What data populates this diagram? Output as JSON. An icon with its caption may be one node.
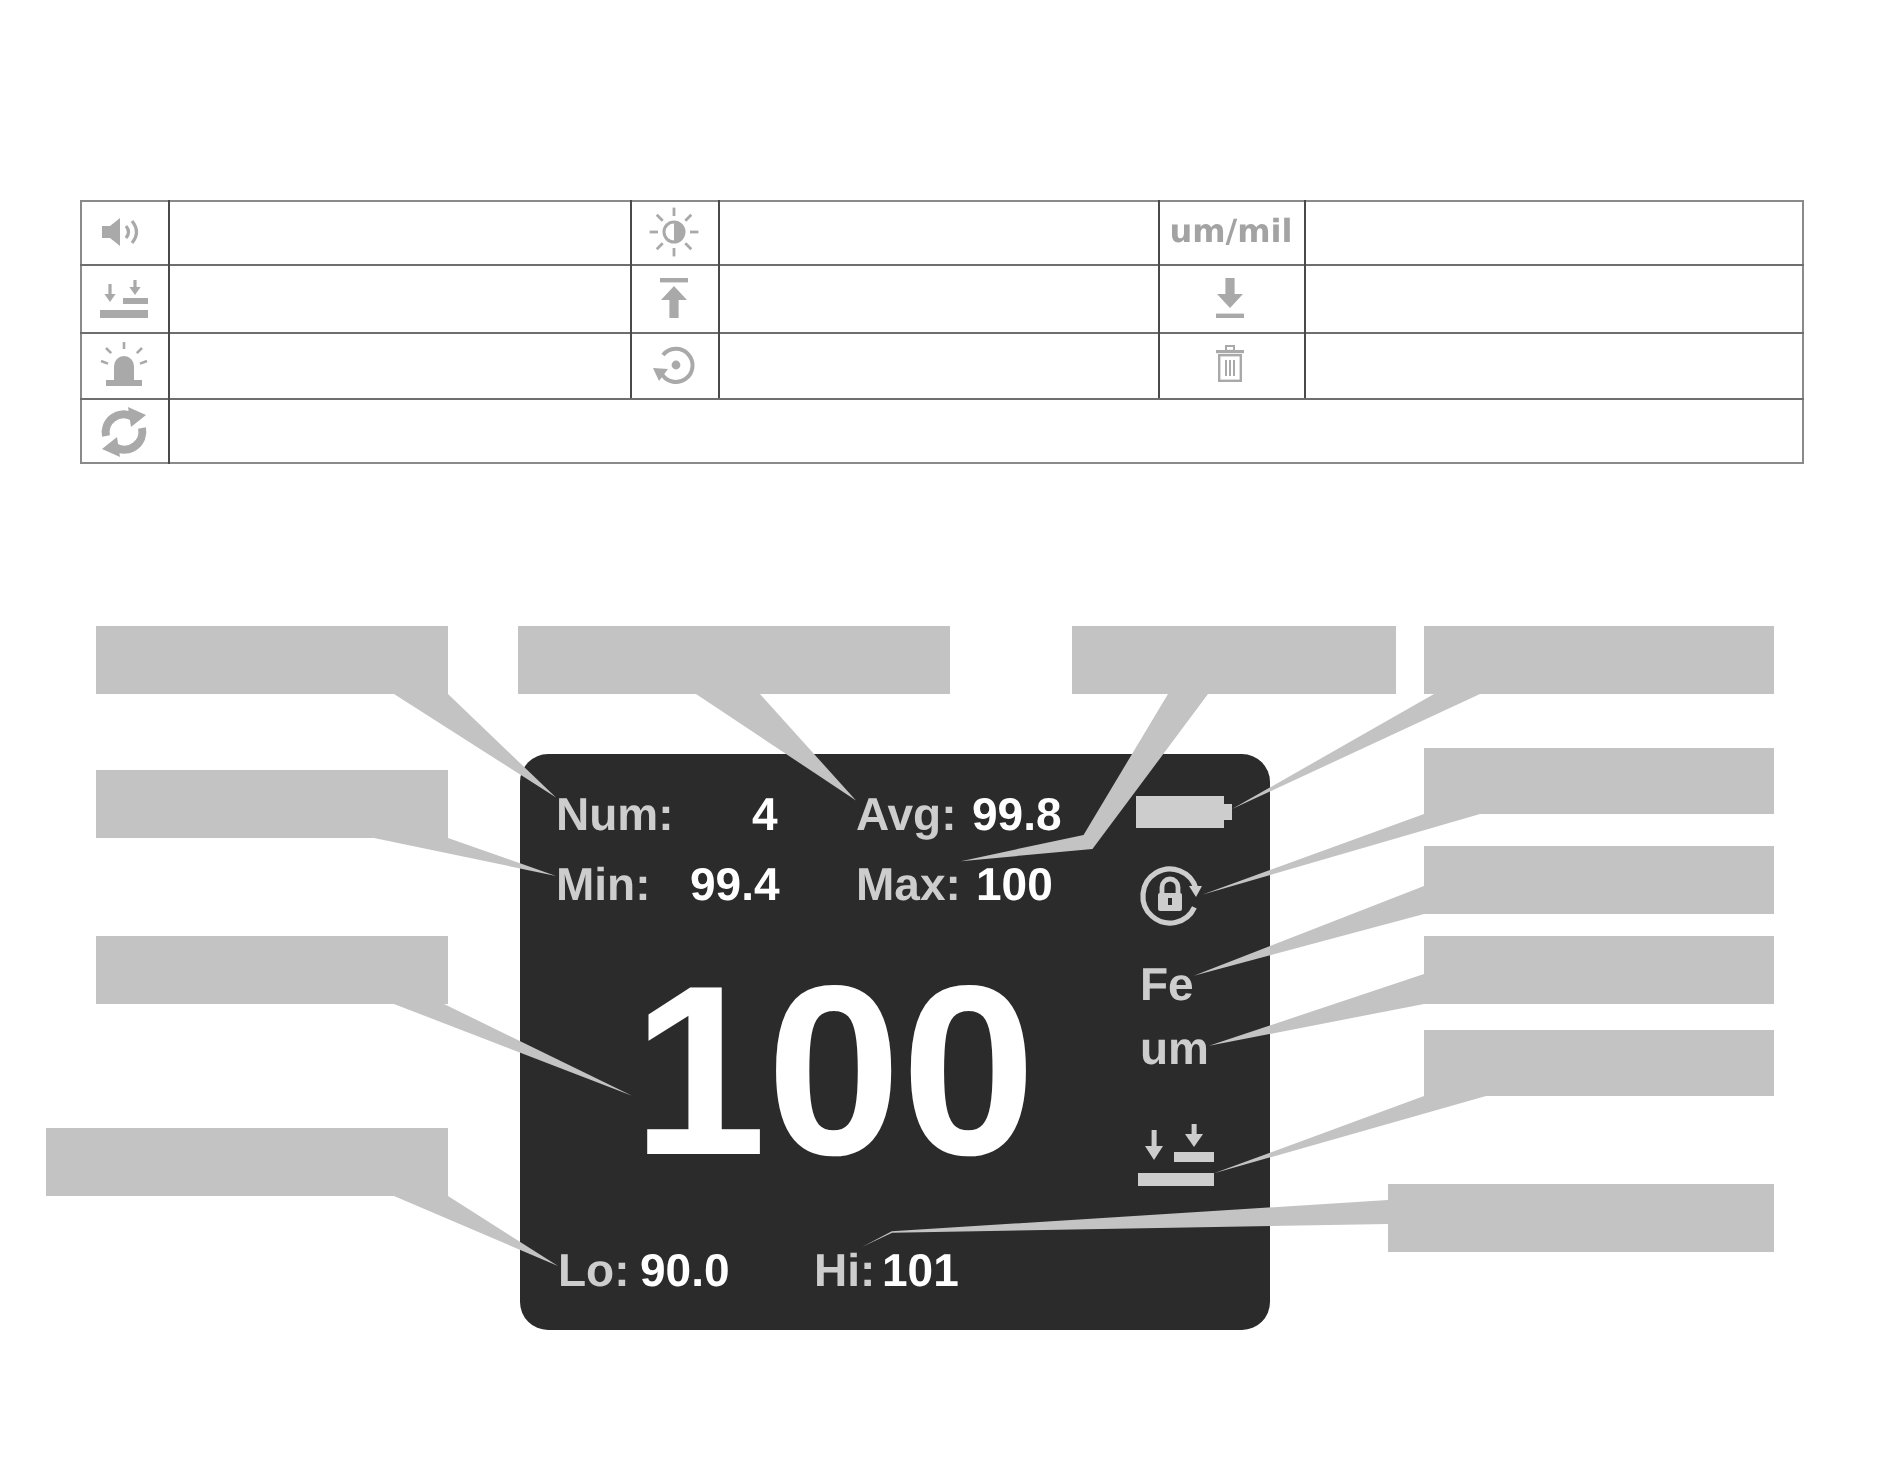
{
  "diagram": {
    "nodes": [
      {
        "text": [],
        "shape": "box"
      },
      {
        "text": [],
        "shape": "box"
      },
      {
        "text": [],
        "shape": "box"
      },
      {
        "text": [],
        "shape": "box"
      },
      {
        "text": [],
        "shape": "box"
      },
      {
        "text": [],
        "shape": "box"
      },
      {
        "text": [],
        "shape": "box"
      },
      {
        "text": [],
        "shape": "box"
      },
      {
        "text": [],
        "shape": "box"
      },
      {
        "text": [],
        "shape": "box"
      },
      {
        "text": [],
        "shape": "box"
      },
      {
        "text": [],
        "shape": "box"
      },
      {
        "text": [],
        "shape": "box"
      },
      {
        "text": [
          "Num:"
        ],
        "beside": [
          "4"
        ],
        "in": 12
      },
      {
        "text": [
          "Avg:"
        ],
        "beside": [
          "99.8"
        ],
        "in": 12
      },
      {
        "text": [],
        "shape": "battery",
        "in": 12
      },
      {
        "text": [
          "Min:"
        ],
        "beside": [
          "99.4"
        ],
        "in": 12
      },
      {
        "text": [
          "Max:"
        ],
        "beside": [
          "100"
        ],
        "in": 12
      },
      {
        "text": [],
        "shape": "picture",
        "in": 12
      },
      {
        "text": [
          "100"
        ],
        "in": 12
      },
      {
        "text": [
          "Fe"
        ],
        "in": 12
      },
      {
        "text": [
          "um"
        ],
        "in": 12
      },
      {
        "text": [],
        "shape": "picture",
        "in": 12
      },
      {
        "text": [
          "Lo:"
        ],
        "beside": [
          "90.0"
        ],
        "in": 12
      },
      {
        "text": [
          "Hi:"
        ],
        "beside": [
          "101"
        ],
        "in": 12
      }
    ],
    "edges": [
      {
        "from": 0,
        "to": 13,
        "arrow": "none"
      },
      {
        "from": 1,
        "to": 14,
        "arrow": "none"
      },
      {
        "from": 2,
        "to": 17,
        "arrow": "none"
      },
      {
        "from": 3,
        "to": 15,
        "arrow": "none"
      },
      {
        "from": 4,
        "to": 18,
        "arrow": "none"
      },
      {
        "from": 5,
        "to": 16,
        "arrow": "none"
      },
      {
        "from": 6,
        "to": 20,
        "arrow": "none"
      },
      {
        "from": 7,
        "to": 19,
        "arrow": "none"
      },
      {
        "from": 8,
        "to": 21,
        "arrow": "none"
      },
      {
        "from": 9,
        "to": 22,
        "arrow": "none"
      },
      {
        "from": 10,
        "to": 23,
        "arrow": "none"
      },
      {
        "from": 11,
        "to": 24,
        "arrow": "none"
      }
    ],
    "labels": [
      "um/mil"
    ]
  }
}
